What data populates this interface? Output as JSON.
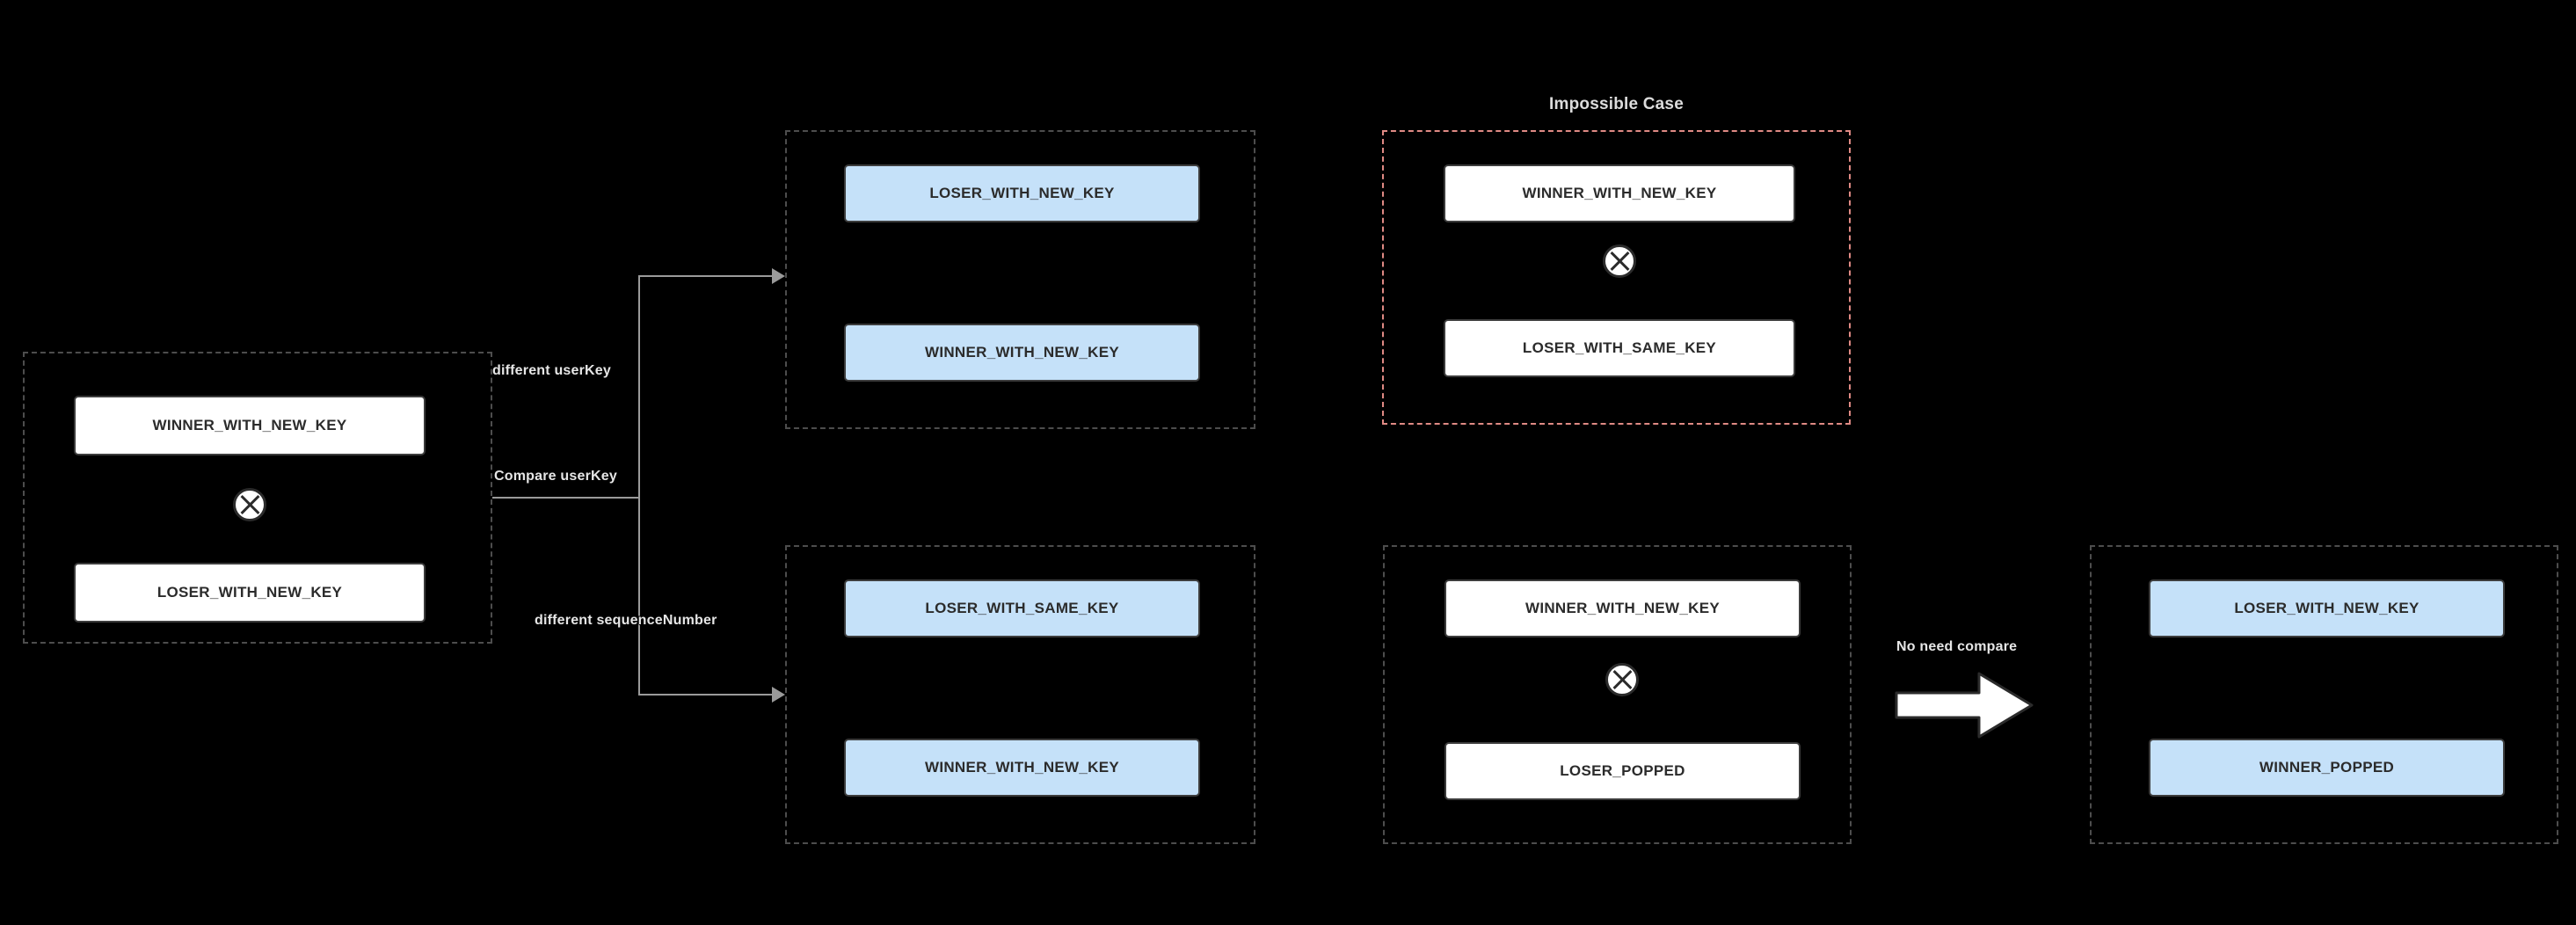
{
  "diagram": {
    "title": "Compaction key/sequence comparison cases",
    "background_color": "#000000",
    "box_fill_white": "#ffffff",
    "box_fill_blue": "#c5e1f9",
    "box_border_color": "#3c3c3c",
    "group_border_color": "#4d4d4d",
    "impossible_border_color": "#e08a84",
    "line_color": "#9a9a9a",
    "label_color": "#e6e6e6"
  },
  "groups": {
    "input": {
      "name": "input-group",
      "title": "",
      "boxes": [
        {
          "label": "WINNER_WITH_NEW_KEY",
          "fill": "white"
        },
        {
          "label": "LOSER_WITH_NEW_KEY",
          "fill": "white"
        }
      ],
      "marker": "x-circle"
    },
    "different_user_key": {
      "name": "different-user-key-group",
      "title": "",
      "boxes": [
        {
          "label": "LOSER_WITH_NEW_KEY",
          "fill": "blue"
        },
        {
          "label": "WINNER_WITH_NEW_KEY",
          "fill": "blue"
        }
      ]
    },
    "impossible": {
      "name": "impossible-case-group",
      "title": "Impossible Case",
      "boxes": [
        {
          "label": "WINNER_WITH_NEW_KEY",
          "fill": "white"
        },
        {
          "label": "LOSER_WITH_SAME_KEY",
          "fill": "white"
        }
      ],
      "marker": "x-circle"
    },
    "different_sequence_number": {
      "name": "different-sequence-number-group",
      "title": "",
      "boxes": [
        {
          "label": "LOSER_WITH_SAME_KEY",
          "fill": "blue"
        },
        {
          "label": "WINNER_WITH_NEW_KEY",
          "fill": "blue"
        }
      ]
    },
    "popped_input": {
      "name": "popped-input-group",
      "title": "",
      "boxes": [
        {
          "label": "WINNER_WITH_NEW_KEY",
          "fill": "white"
        },
        {
          "label": "LOSER_POPPED",
          "fill": "white"
        }
      ],
      "marker": "x-circle"
    },
    "popped_output": {
      "name": "popped-output-group",
      "title": "",
      "boxes": [
        {
          "label": "LOSER_WITH_NEW_KEY",
          "fill": "blue"
        },
        {
          "label": "WINNER_POPPED",
          "fill": "blue"
        }
      ]
    }
  },
  "edges": {
    "compare_user_key": "Compare userKey",
    "different_user_key": "different userKey",
    "different_sequence_number": "different sequenceNumber",
    "no_need_compare": "No need compare"
  }
}
